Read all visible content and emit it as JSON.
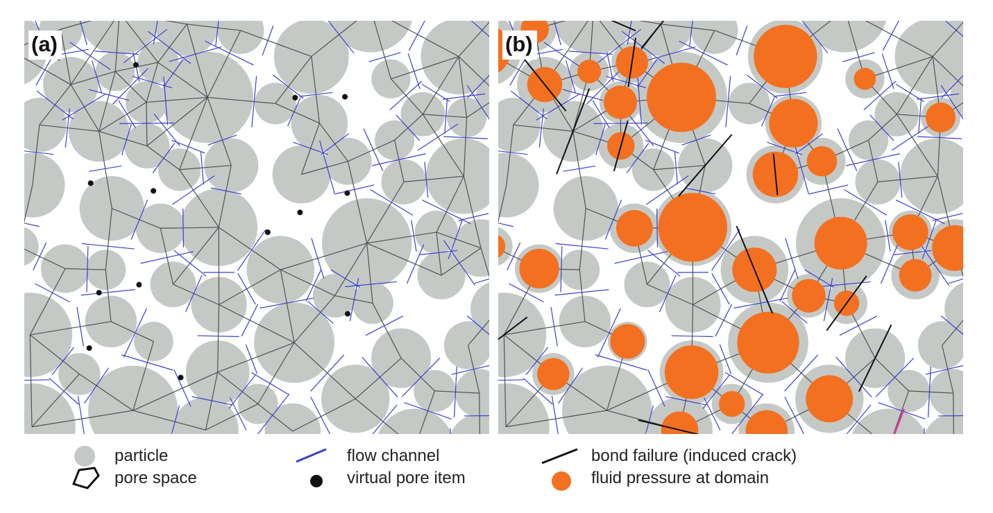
{
  "panels": [
    {
      "label": "(a)"
    },
    {
      "label": "(b)"
    }
  ],
  "legend": {
    "particle": "particle",
    "pore_space": "pore space",
    "flow_channel": "flow channel",
    "virtual_pore_item": "virtual pore item",
    "bond_failure": "bond failure (induced crack)",
    "fluid_pressure": "fluid pressure at domain"
  },
  "colors": {
    "particle": "#c4c9c6",
    "pore_outline": "#4e5250",
    "flow_channel": "#3a3fcf",
    "virtual_pore": "#111111",
    "bond_failure": "#111111",
    "fluid_pressure": "#f37021",
    "highlight_crack": "#e0359a"
  }
}
